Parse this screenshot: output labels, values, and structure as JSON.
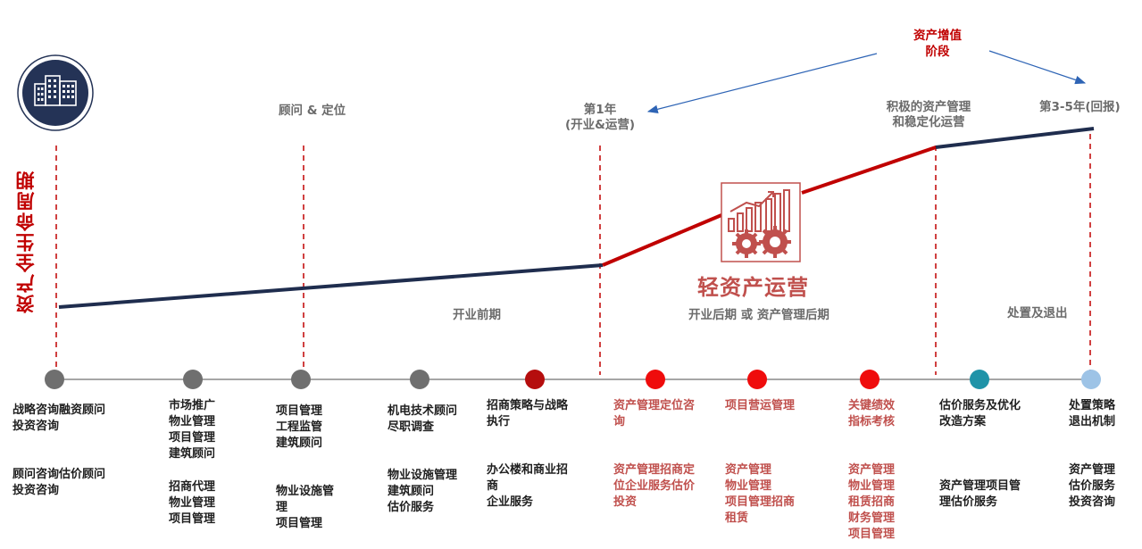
{
  "header": {
    "value_add_stage": [
      "资产增值",
      "阶段"
    ]
  },
  "left_title": "资产全生命周期",
  "milestones": {
    "consult_position": "顾问 & 定位",
    "year1": [
      "第1年",
      "(开业&运营)"
    ],
    "active_mgmt": [
      "积极的资产管理",
      "和稳定化运营"
    ],
    "year3_5": "第3-5年(回报)"
  },
  "phases": {
    "pre_opening": "开业前期",
    "post_opening": "开业后期 或 资产管理后期",
    "exit": "处置及退出"
  },
  "brand_label": "轻资产运营",
  "colors": {
    "navy": "#1f2d4e",
    "red": "#c00000",
    "gray_dot": "#6d6d6d",
    "teal_dot": "#1f93a8",
    "light_blue_dot": "#9dc3e6",
    "salmon_text": "#c0504d"
  },
  "dots": [
    {
      "color": "#6f6f6f"
    },
    {
      "color": "#6f6f6f"
    },
    {
      "color": "#6f6f6f"
    },
    {
      "color": "#6f6f6f"
    },
    {
      "color": "#b50d0d"
    },
    {
      "color": "#ef0c0c"
    },
    {
      "color": "#ef0c0c"
    },
    {
      "color": "#ef0c0c"
    },
    {
      "color": "#1f93a8"
    },
    {
      "color": "#9dc3e6"
    }
  ],
  "services": {
    "c1_top": [
      "战略咨询融资顾问",
      "投资咨询"
    ],
    "c1_bot": [
      "顾问咨询估价顾问",
      "投资咨询"
    ],
    "c2_top": [
      "市场推广",
      "物业管理",
      "项目管理",
      "建筑顾问"
    ],
    "c2_bot": [
      "招商代理",
      "物业管理",
      "项目管理"
    ],
    "c3_top": [
      "项目管理",
      "工程监管",
      "建筑顾问"
    ],
    "c3_bot": [
      "物业设施管",
      "理",
      "项目管理"
    ],
    "c4_top": [
      "机电技术顾问",
      "尽职调查"
    ],
    "c4_bot": [
      "物业设施管理",
      "建筑顾问",
      "估价服务"
    ],
    "c5_top": [
      "招商策略与战略",
      "执行"
    ],
    "c5_bot": [
      "办公楼和商业招",
      "商",
      "企业服务"
    ],
    "c6_top": [
      "资产管理定位咨",
      "询"
    ],
    "c6_bot": [
      "资产管理招商定",
      "位企业服务估价",
      "投资"
    ],
    "c7_top": [
      "项目营运管理"
    ],
    "c7_bot": [
      "资产管理",
      "物业管理",
      "项目管理招商",
      "租赁"
    ],
    "c8_top": [
      "关键绩效",
      "指标考核"
    ],
    "c8_bot": [
      "资产管理",
      "物业管理",
      "租赁招商",
      "财务管理",
      "项目管理"
    ],
    "c9_top": [
      "估价服务及优化",
      "改造方案"
    ],
    "c9_bot": [
      "资产管理项目管",
      "理估价服务"
    ],
    "c10_top": [
      "处置策略",
      "退出机制"
    ],
    "c10_bot": [
      "资产管理",
      "估价服务",
      "投资咨询"
    ]
  }
}
